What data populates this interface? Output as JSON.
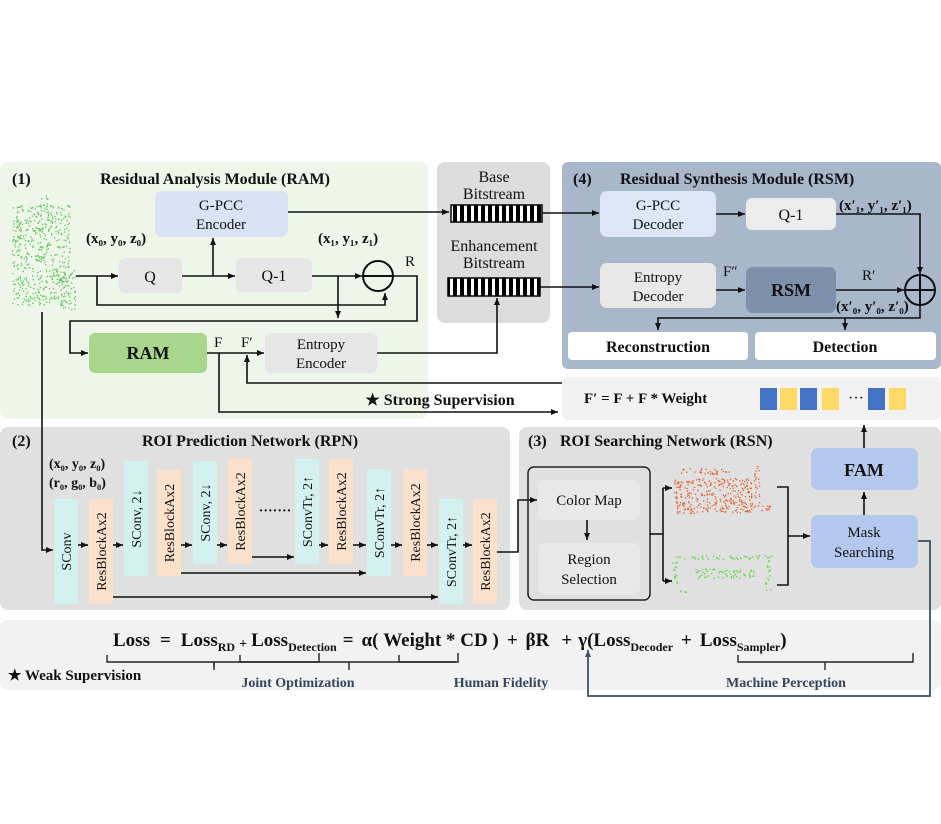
{
  "ram": {
    "number": "(1)",
    "title": "Residual Analysis Module (RAM)",
    "gpcc_encoder": [
      "G-PCC",
      "Encoder"
    ],
    "q": "Q",
    "q_inv": "Q-1",
    "coords_in": "(x₀, y₀, z₀)",
    "coords_q": "(x₁, y₁, z₁)",
    "r_label": "R",
    "ram_block": "RAM",
    "f_label": "F",
    "f_prime_label": "F′",
    "entropy_encoder": [
      "Entropy",
      "Encoder"
    ],
    "strong_supervision": "★ Strong Supervision"
  },
  "bitstreams": {
    "base": [
      "Base",
      "Bitstream"
    ],
    "enhancement": [
      "Enhancement",
      "Bitstream"
    ]
  },
  "rsm": {
    "number": "(4)",
    "title": "Residual Synthesis Module (RSM)",
    "gpcc_decoder": [
      "G-PCC",
      "Decoder"
    ],
    "q_inv": "Q-1",
    "coords_q": "(x′₁, y′₁, z′₁)",
    "entropy_decoder": [
      "Entropy",
      "Decoder"
    ],
    "f_double_prime": "F″",
    "rsm_block": "RSM",
    "r_prime": "R′",
    "coords_rec": "(x′₀, y′₀, z′₀)",
    "reconstruction": "Reconstruction",
    "detection": "Detection"
  },
  "weight_formula": {
    "text": "F′ = F + F * Weight",
    "ellipsis": "···",
    "colors": [
      "#4472c4",
      "#ffd966"
    ]
  },
  "rpn": {
    "number": "(2)",
    "title": "ROI Prediction Network (RPN)",
    "inputs": [
      "(x₀, y₀, z₀)",
      "(r₀, g₀, b₀)"
    ],
    "blocks": [
      "SConv",
      "ResBlockAx2",
      "SConv, 2↓",
      "ResBlockAx2",
      "SConv, 2↓",
      "ResBlockAx2",
      "SConvTr, 2↑",
      "ResBlockAx2",
      "SConvTr, 2↑",
      "ResBlockAx2",
      "SConvTr, 2↑",
      "ResBlockAx2"
    ],
    "ellipsis": "·······"
  },
  "rsn": {
    "number": "(3)",
    "title": "ROI Searching Network (RSN)",
    "color_map": "Color Map",
    "region_selection": [
      "Region",
      "Selection"
    ],
    "mask_searching": [
      "Mask",
      "Searching"
    ],
    "fam": "FAM"
  },
  "loss": {
    "loss": "Loss",
    "eq": "=",
    "loss_word": "Loss",
    "sub_rd": "RD",
    "plus": "+",
    "sub_detection": "Detection",
    "alpha_term": "α( Weight * CD )",
    "beta_term": "βR",
    "gamma_open": "γ(",
    "sub_decoder": "Decoder",
    "sub_sampler": "Sampler",
    "close": ")",
    "weak_supervision": "★ Weak Supervision",
    "joint_optimization": "Joint Optimization",
    "human_fidelity": "Human Fidelity",
    "machine_perception": "Machine Perception"
  },
  "colors": {
    "ram_panel": "#eef5e9",
    "rsm_panel": "#a9b7cb",
    "gray_panel": "#e0e0e0",
    "sconv": "#d3f1ef",
    "resblock": "#fbe1cc",
    "ram_block": "#a8d68c",
    "rsm_block": "#7e90aa",
    "fam": "#b4c7ec",
    "gpcc": "#dae3f6"
  }
}
